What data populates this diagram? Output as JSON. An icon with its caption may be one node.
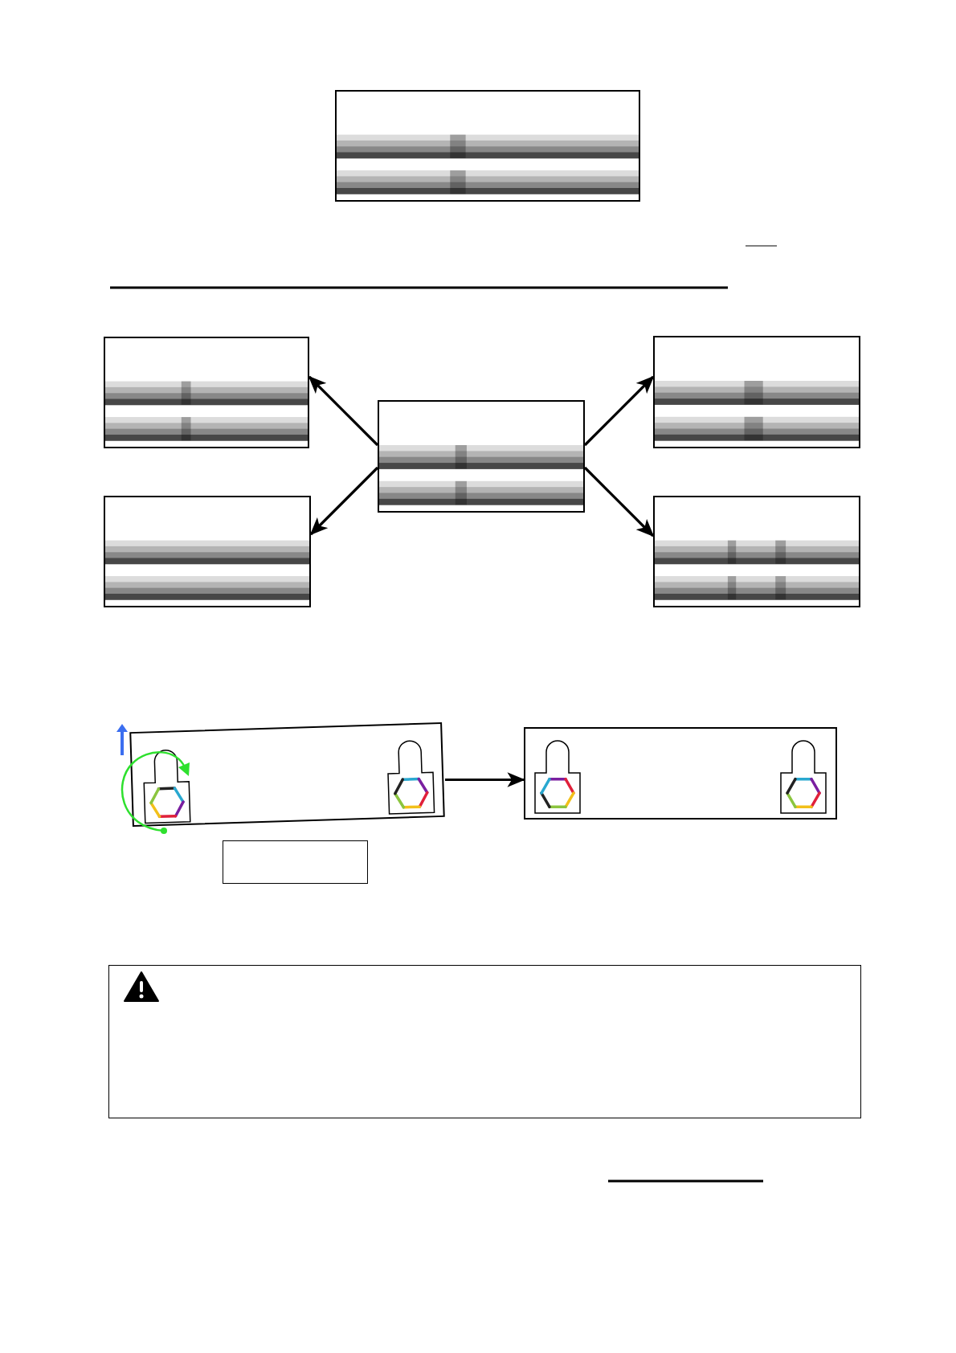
{
  "diagram": {
    "nodes": [
      {
        "text": [],
        "shape": "picture"
      },
      {
        "text": [],
        "shape": "picture"
      },
      {
        "text": [],
        "shape": "picture"
      },
      {
        "text": [],
        "shape": "picture"
      },
      {
        "text": [],
        "shape": "picture"
      },
      {
        "text": [],
        "shape": "picture"
      },
      {
        "text": [],
        "shape": "picture"
      },
      {
        "text": [],
        "shape": "picture"
      },
      {
        "text": [],
        "shape": "box"
      },
      {
        "text": [],
        "shape": "box"
      }
    ],
    "edges": [
      {
        "from": 3,
        "to": 1,
        "arrow": "to"
      },
      {
        "from": 3,
        "to": 2,
        "arrow": "to"
      },
      {
        "from": 3,
        "to": 4,
        "arrow": "to"
      },
      {
        "from": 3,
        "to": 5,
        "arrow": "to"
      },
      {
        "from": 6,
        "to": 7,
        "arrow": "to"
      }
    ]
  }
}
